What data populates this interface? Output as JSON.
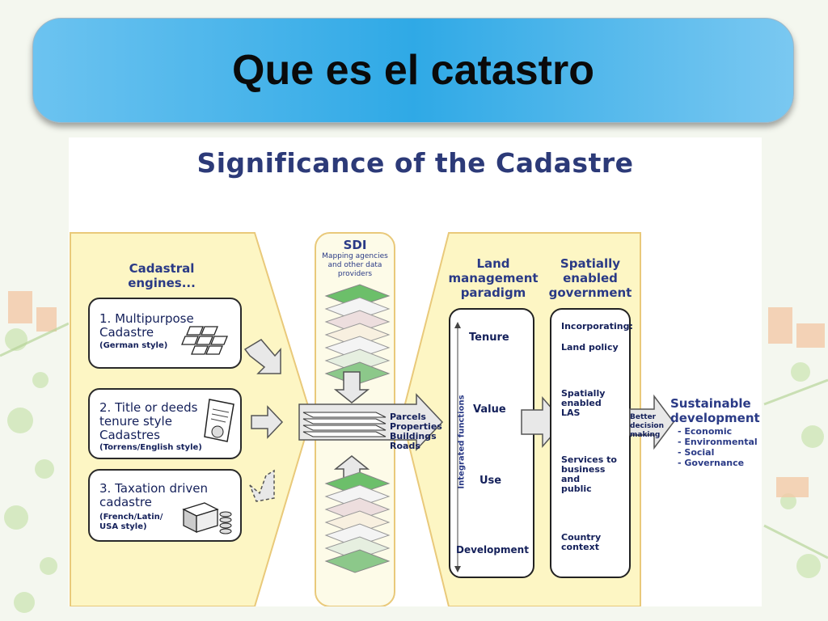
{
  "slide_title": "Que es el catastro",
  "diagram_title": "Significance of the Cadastre",
  "engines": {
    "heading_line1": "Cadastral",
    "heading_line2": "engines...",
    "items": [
      {
        "title1": "1. Multipurpose",
        "title2": "Cadastre",
        "title3": "",
        "sub1": "(German style)",
        "sub2": ""
      },
      {
        "title1": "2. Title or deeds",
        "title2": "tenure style",
        "title3": "Cadastres",
        "sub1": "(Torrens/English style)",
        "sub2": ""
      },
      {
        "title1": "3. Taxation driven",
        "title2": "cadastre",
        "title3": "",
        "sub1": "(French/Latin/",
        "sub2": "USA style)"
      }
    ]
  },
  "sdi": {
    "label": "SDI",
    "desc1": "Mapping agencies",
    "desc2": "and other data",
    "desc3": "providers",
    "outputs": [
      "Parcels",
      "Properties",
      "Buildings",
      "Roads"
    ]
  },
  "land_management": {
    "heading1": "Land",
    "heading2": "management",
    "heading3": "paradigm",
    "items": [
      "Tenure",
      "Value",
      "Use",
      "Development"
    ],
    "axis_label": "Integrated functions"
  },
  "spatially_enabled": {
    "heading1": "Spatially",
    "heading2": "enabled",
    "heading3": "government",
    "incorporating": "Incorporating:",
    "land_policy": "Land policy",
    "las": [
      "Spatially",
      "enabled",
      "LAS"
    ],
    "services": [
      "Services to",
      "business",
      "and",
      "public"
    ],
    "country": [
      "Country",
      "context"
    ]
  },
  "better_decision": [
    "Better",
    "decision",
    "making"
  ],
  "sustainable": {
    "heading1": "Sustainable",
    "heading2": "development",
    "items": [
      "- Economic",
      "- Environmental",
      "- Social",
      "- Governance"
    ]
  },
  "colors": {
    "title_bar": "#2fa9e6",
    "panel_yellow": "#fdf6c4",
    "heading_blue": "#2a3a86",
    "arrow_gray": "#e8e8e8"
  }
}
